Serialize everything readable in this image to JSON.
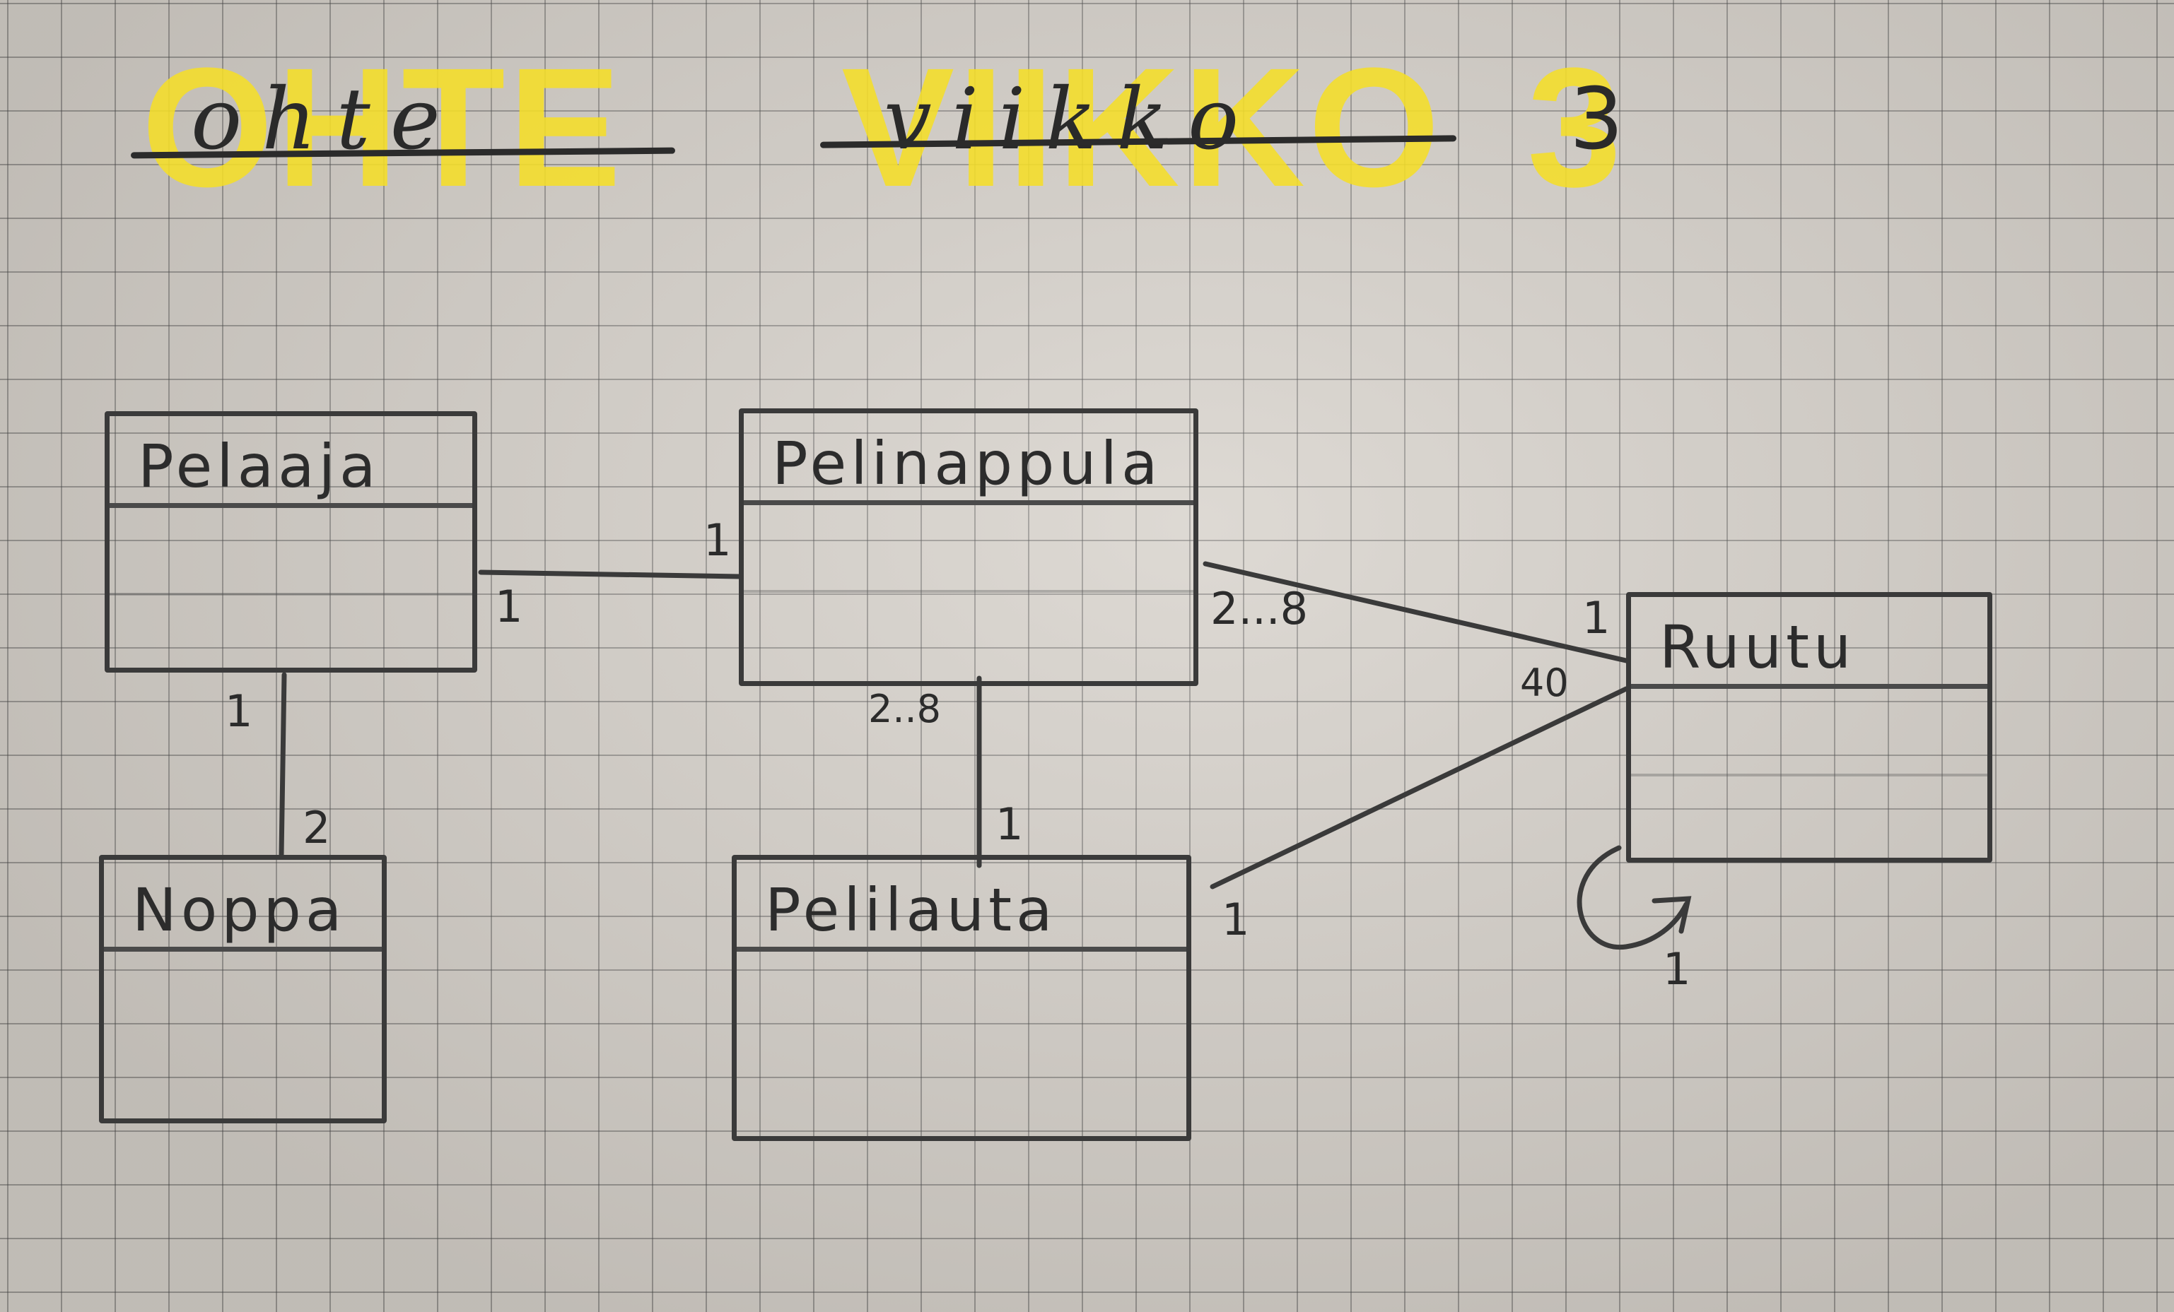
{
  "title": {
    "highlight_words": [
      "OHTE",
      "VIIKKO",
      "3"
    ],
    "handwritten_words": [
      "ohte",
      "viikko",
      "3"
    ],
    "highlight_color": "#f5de28"
  },
  "classes": [
    {
      "id": "pelaaja",
      "name": "Pelaaja"
    },
    {
      "id": "pelinappula",
      "name": "Pelinappula"
    },
    {
      "id": "ruutu",
      "name": "Ruutu"
    },
    {
      "id": "noppa",
      "name": "Noppa"
    },
    {
      "id": "pelilauta",
      "name": "Pelilauta"
    }
  ],
  "associations": [
    {
      "from": "pelaaja",
      "to": "pelinappula",
      "from_mult": "1",
      "to_mult": "1"
    },
    {
      "from": "pelaaja",
      "to": "noppa",
      "from_mult": "1",
      "to_mult": "2"
    },
    {
      "from": "pelinappula",
      "to": "ruutu",
      "from_mult": "2...8",
      "to_mult": "1"
    },
    {
      "from": "pelinappula",
      "to": "pelilauta",
      "from_mult": "2..8",
      "to_mult": "1"
    },
    {
      "from": "pelilauta",
      "to": "ruutu",
      "from_mult": "1",
      "to_mult": "40"
    },
    {
      "from": "ruutu",
      "to": "ruutu",
      "from_mult": "1",
      "to_mult": ""
    }
  ]
}
